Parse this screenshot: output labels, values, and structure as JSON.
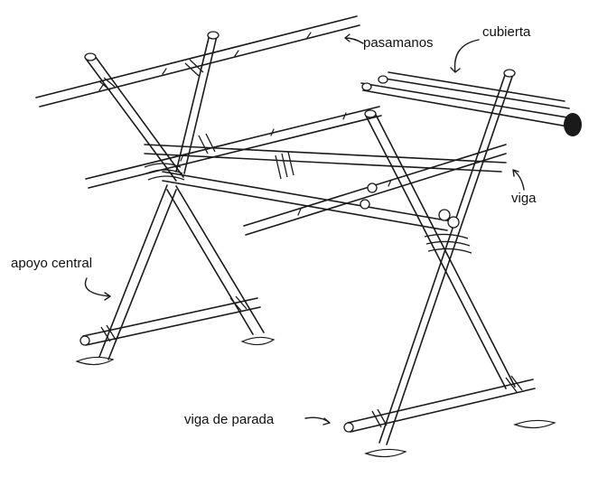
{
  "figure": {
    "labels": {
      "pasamanos": "pasamanos",
      "cubierta": "cubierta",
      "viga": "viga",
      "apoyo_central": "apoyo central",
      "viga_de_parada": "viga de parada"
    },
    "colors": {
      "ink": "#1a1a1a",
      "background": "#ffffff"
    }
  }
}
